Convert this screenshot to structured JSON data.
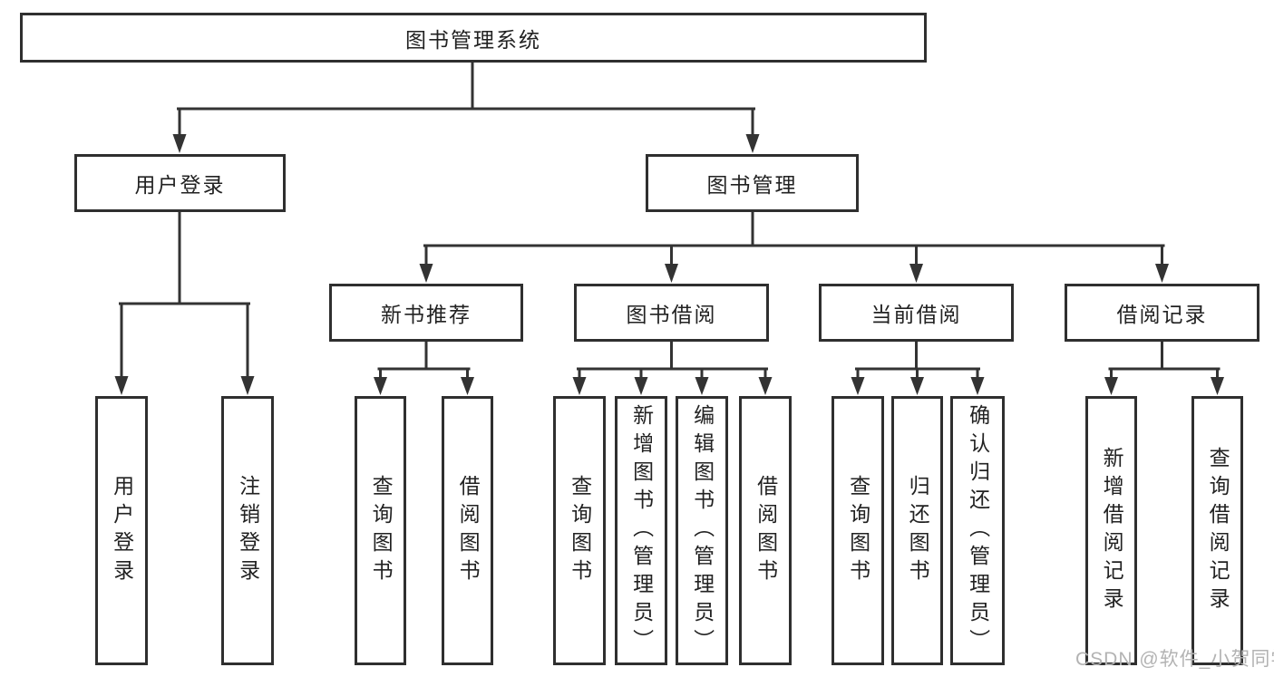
{
  "root": {
    "label": "图书管理系统"
  },
  "level2": [
    {
      "label": "用户登录"
    },
    {
      "label": "图书管理"
    }
  ],
  "level3": [
    {
      "label": "新书推荐",
      "parent": "图书管理"
    },
    {
      "label": "图书借阅",
      "parent": "图书管理"
    },
    {
      "label": "当前借阅",
      "parent": "图书管理"
    },
    {
      "label": "借阅记录",
      "parent": "图书管理"
    }
  ],
  "leaves": [
    {
      "label": "用户登录",
      "parent": "用户登录"
    },
    {
      "label": "注销登录",
      "parent": "用户登录"
    },
    {
      "label": "查询图书",
      "parent": "新书推荐"
    },
    {
      "label": "借阅图书",
      "parent": "新书推荐"
    },
    {
      "label": "查询图书",
      "parent": "图书借阅"
    },
    {
      "label": "新增图书（管理员）",
      "parent": "图书借阅"
    },
    {
      "label": "编辑图书（管理员）",
      "parent": "图书借阅"
    },
    {
      "label": "借阅图书",
      "parent": "图书借阅"
    },
    {
      "label": "查询图书",
      "parent": "当前借阅"
    },
    {
      "label": "归还图书",
      "parent": "当前借阅"
    },
    {
      "label": "确认归还（管理员）",
      "parent": "当前借阅"
    },
    {
      "label": "新增借阅记录",
      "parent": "借阅记录"
    },
    {
      "label": "查询借阅记录",
      "parent": "借阅记录"
    }
  ],
  "watermark": {
    "text": "CSDN @软件_小贺同学",
    "color": "#b3b3b3"
  },
  "colors": {
    "line": "#333333",
    "border": "#2f2f2f",
    "text": "#222222",
    "background": "#ffffff"
  }
}
